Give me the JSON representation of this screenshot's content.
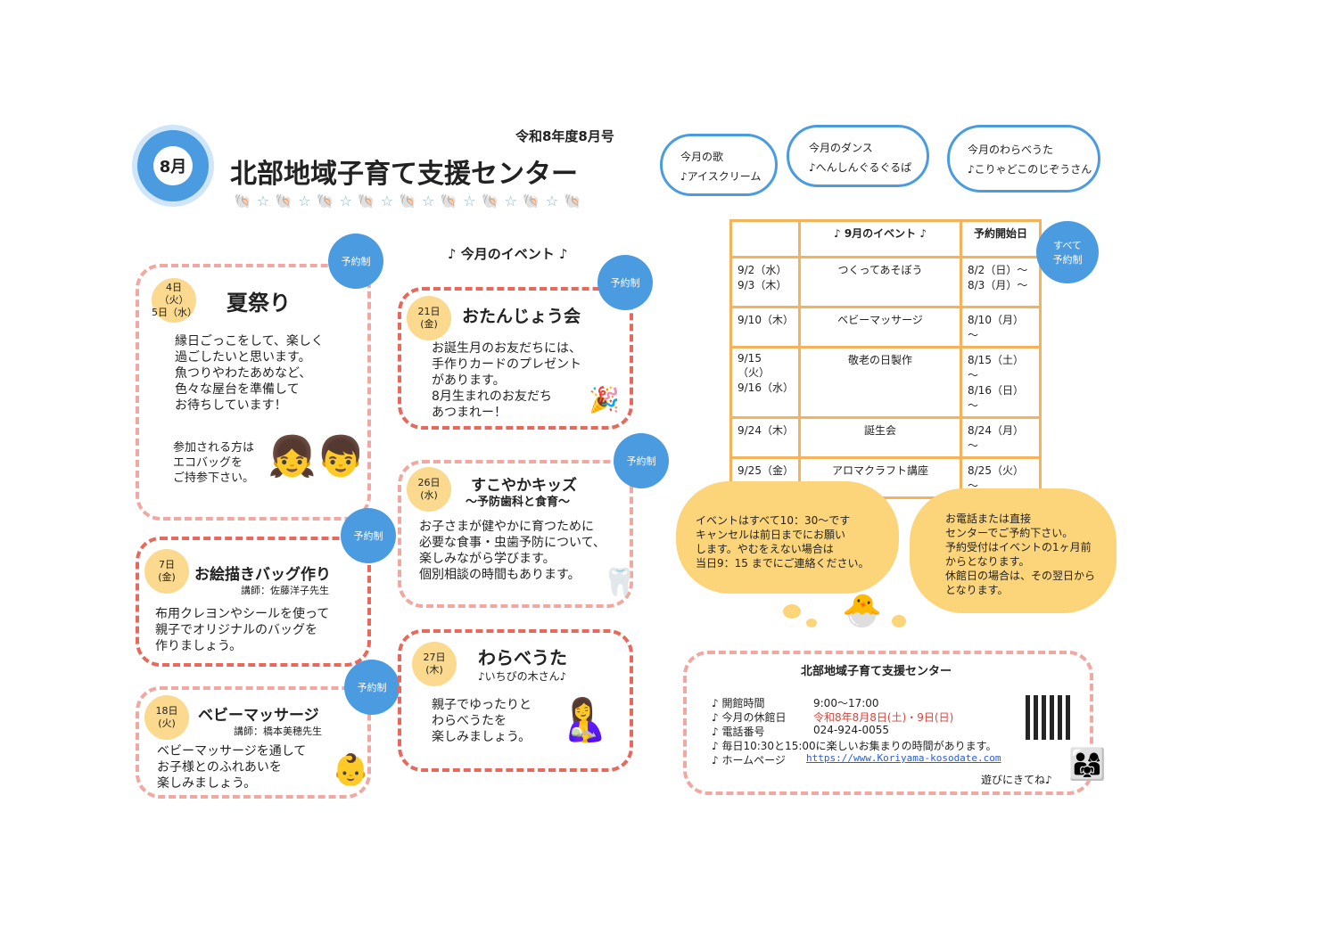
{
  "header": {
    "issue": "令和8年度8月号",
    "month_badge": "8月",
    "title": "北部地域子育て支援センター"
  },
  "clouds": [
    {
      "label": "今月の歌",
      "value": "♪アイスクリーム"
    },
    {
      "label": "今月のダンス",
      "value": "♪へんしんぐるぐるぱ"
    },
    {
      "label": "今月のわらべうた",
      "value": "♪こりゃどこのじぞうさん"
    }
  ],
  "section_title": "♪ 今月のイベント ♪",
  "events": {
    "natsumatsuri": {
      "date": "4日（火）\n5日（水）",
      "title": "夏祭り",
      "badge": "予約制",
      "body": "縁日ごっこをして、楽しく\n過ごしたいと思います。\n魚つりやわたあめなど、\n色々な屋台を準備して\nお待ちしています！",
      "note": "参加される方は\nエコバッグを\nご持参下さい。"
    },
    "bag": {
      "date": "7日\n(金)",
      "title": "お絵描きバッグ作り",
      "lecturer": "講師：佐藤洋子先生",
      "badge": "予約制",
      "body": "布用クレヨンやシールを使って\n親子でオリジナルのバッグを\n作りましょう。"
    },
    "baby": {
      "date": "18日\n(火)",
      "title": "ベビーマッサージ",
      "lecturer": "講師：橋本美穂先生",
      "badge": "予約制",
      "body": "ベビーマッサージを通して\nお子様とのふれあいを\n楽しみましょう。"
    },
    "birthday": {
      "date": "21日\n(金)",
      "title": "おたんじょう会",
      "badge": "予約制",
      "body": "お誕生月のお友だちには、\n手作りカードのプレゼント\nがあります。\n8月生まれのお友だち\nあつまれー！"
    },
    "kids": {
      "date": "26日\n(水)",
      "title": "すこやかキッズ",
      "subtitle": "～予防歯科と食育～",
      "badge": "予約制",
      "body": "お子さまが健やかに育つために\n必要な食事・虫歯予防について、\n楽しみながら学びます。\n個別相談の時間もあります。"
    },
    "warabe": {
      "date": "27日\n(木)",
      "title": "わらべうた",
      "subtitle": "♪いちぴの木さん♪",
      "body": "親子でゆったりと\nわらべうたを\n楽しみましょう。"
    }
  },
  "sept_table": {
    "headers": [
      "",
      "♪ 9月のイベント ♪",
      "予約開始日"
    ],
    "rows": [
      [
        "9/2（水）\n9/3（木）",
        "つくってあそぼう",
        "8/2（日）～\n8/3（月）～"
      ],
      [
        "9/10（木）",
        "ベビーマッサージ",
        "8/10（月）～"
      ],
      [
        "9/15（火）\n9/16（水）",
        "敬老の日製作",
        "8/15（土）～\n8/16（日）～"
      ],
      [
        "9/24（木）",
        "誕生会",
        "8/24（月）～"
      ],
      [
        "9/25（金）",
        "アロマクラフト講座",
        "8/25（火）～"
      ]
    ],
    "badge": "すべて\n予約制"
  },
  "notice_left": "イベントはすべて10：30～です\nキャンセルは前日までにお願い\nします。やむをえない場合は\n当日9：15 までにご連絡ください。",
  "notice_right": "お電話または直接\nセンターでご予約下さい。\n予約受付はイベントの1ヶ月前\nからとなります。\n休館日の場合は、その翌日から\nとなります。",
  "info": {
    "title": "北部地域子育て支援センター",
    "rows": [
      {
        "label": "♪ 開館時間",
        "value": "9:00～17:00"
      },
      {
        "label": "♪ 今月の休館日",
        "value": "令和8年8月8日(土)・9日(日)"
      },
      {
        "label": "♪ 電話番号",
        "value": "024-924-0055"
      },
      {
        "label": "♪ 毎日10:30と15:00に楽しいお集まりの時間があります。",
        "value": ""
      },
      {
        "label": "♪ ホームページ",
        "value": "https://www.Koriyama-kosodate.com"
      }
    ],
    "footer": "遊びにきてね♪"
  },
  "colors": {
    "blue": "#4a9be0",
    "pink": "#f0a8a0",
    "red": "#e8685c",
    "yellow": "#fcd47a",
    "orange": "#f5b25a",
    "holiday": "#d9453c"
  }
}
